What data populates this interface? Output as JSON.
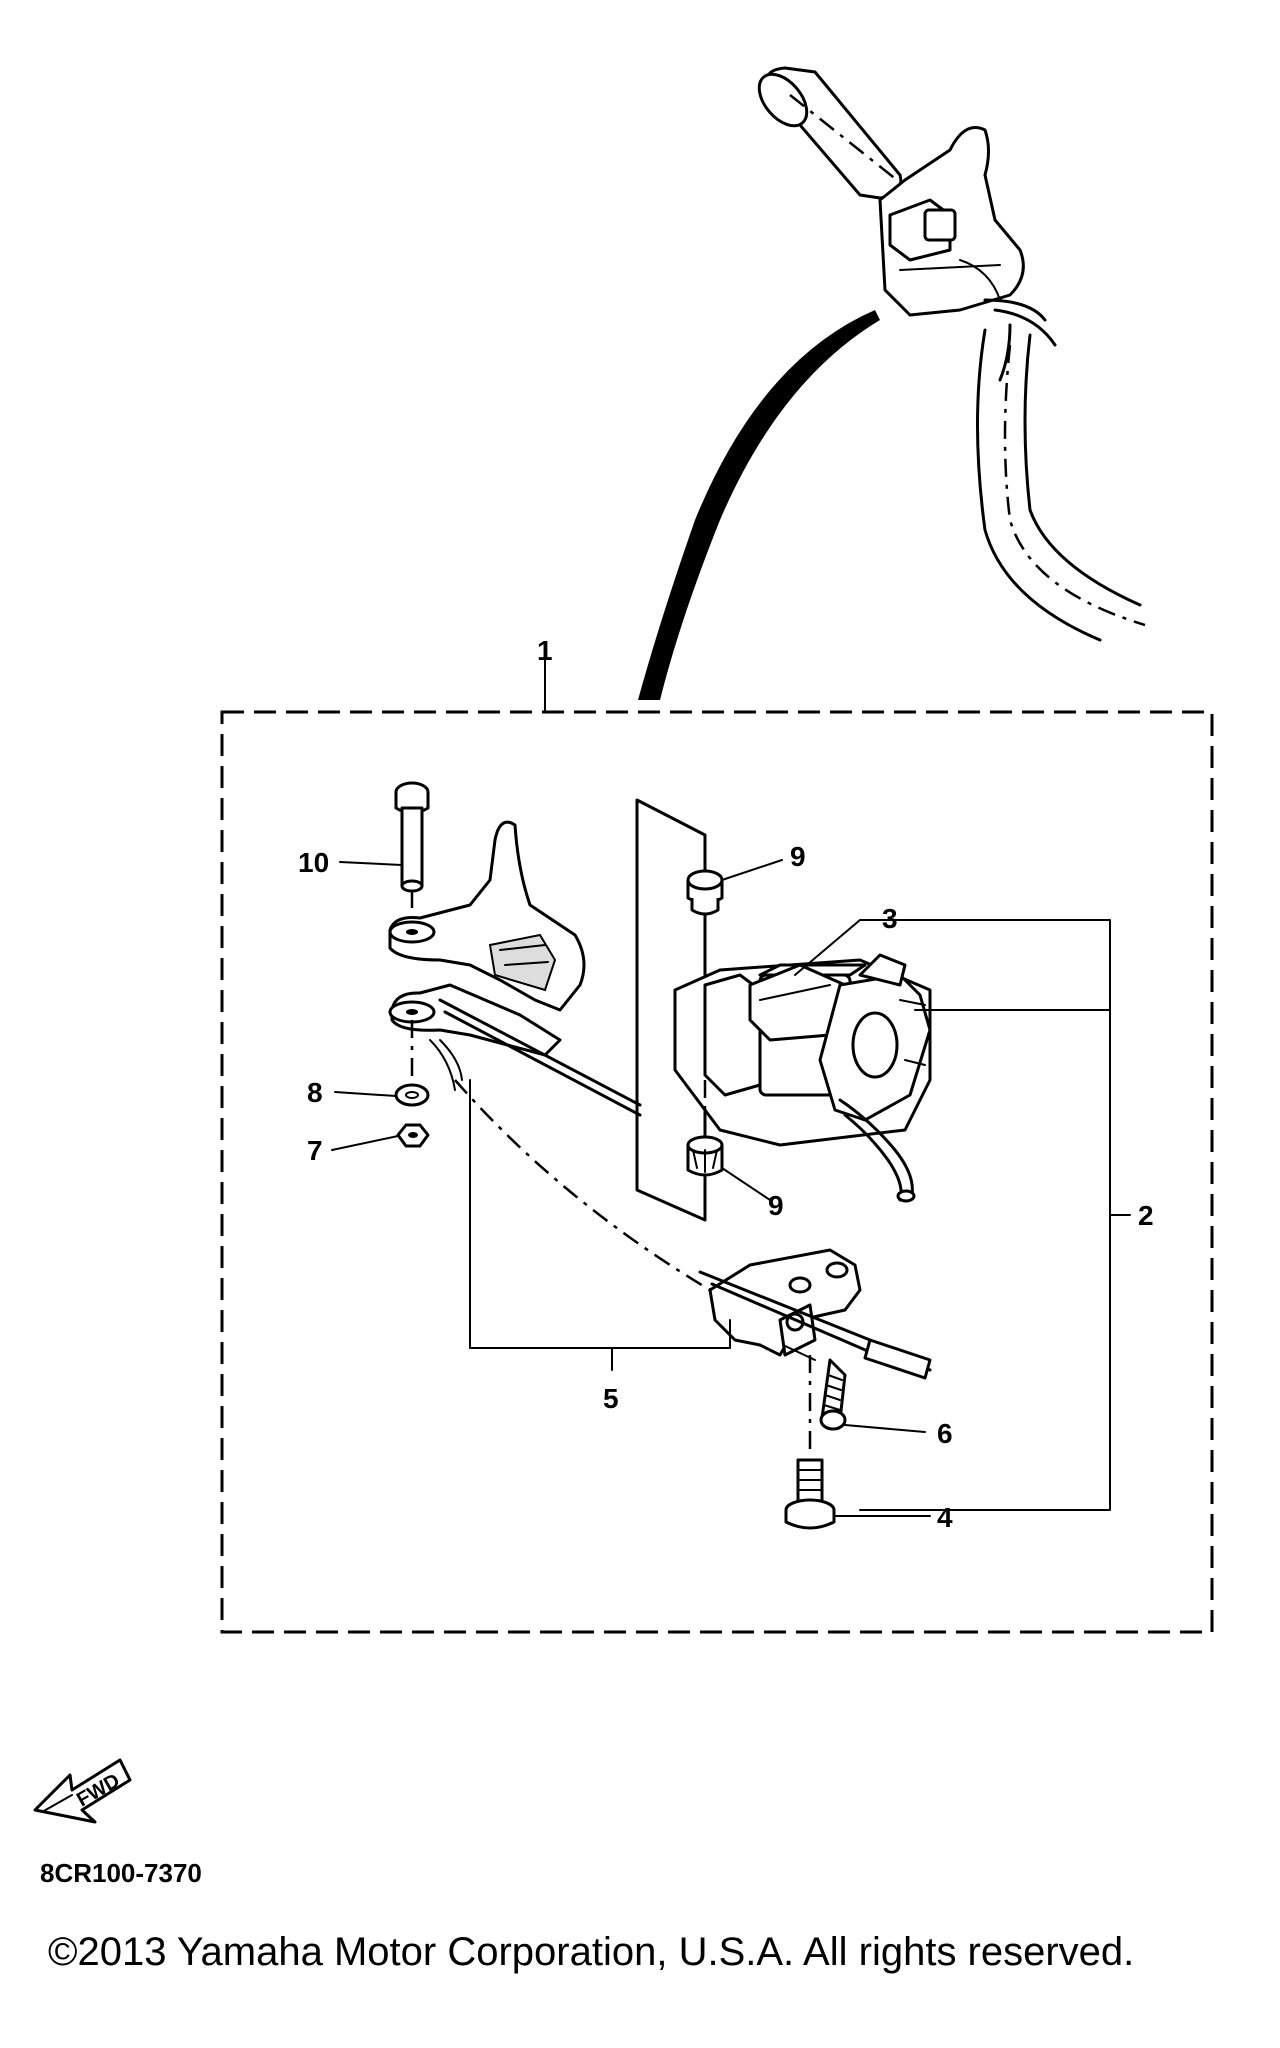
{
  "diagram": {
    "callouts": [
      {
        "id": "1",
        "label": "1"
      },
      {
        "id": "2",
        "label": "2"
      },
      {
        "id": "3",
        "label": "3"
      },
      {
        "id": "4",
        "label": "4"
      },
      {
        "id": "5",
        "label": "5"
      },
      {
        "id": "6",
        "label": "6"
      },
      {
        "id": "7",
        "label": "7"
      },
      {
        "id": "8",
        "label": "8"
      },
      {
        "id": "9a",
        "label": "9"
      },
      {
        "id": "9b",
        "label": "9"
      },
      {
        "id": "10",
        "label": "10"
      }
    ],
    "fwd_arrow_label": "FWD",
    "diagram_code": "8CR100-7370",
    "copyright": "©2013 Yamaha Motor Corporation, U.S.A. All rights reserved."
  }
}
